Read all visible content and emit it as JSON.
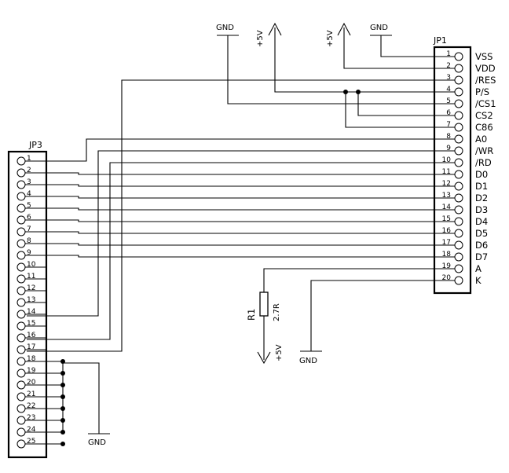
{
  "jp3": {
    "name": "JP3",
    "pins": [
      "1",
      "2",
      "3",
      "4",
      "5",
      "6",
      "7",
      "8",
      "9",
      "10",
      "11",
      "12",
      "13",
      "14",
      "15",
      "16",
      "17",
      "18",
      "19",
      "20",
      "21",
      "22",
      "23",
      "24",
      "25"
    ]
  },
  "jp1": {
    "name": "JP1",
    "pins": [
      "1",
      "2",
      "3",
      "4",
      "5",
      "6",
      "7",
      "8",
      "9",
      "10",
      "11",
      "12",
      "13",
      "14",
      "15",
      "16",
      "17",
      "18",
      "19",
      "20"
    ],
    "signals": [
      "VSS",
      "VDD",
      "/RES",
      "P/S",
      "/CS1",
      "CS2",
      "C86",
      "A0",
      "/WR",
      "/RD",
      "D0",
      "D1",
      "D2",
      "D3",
      "D4",
      "D5",
      "D6",
      "D7",
      "A",
      "K"
    ]
  },
  "power": {
    "gnd": "GND",
    "plus5v": "+5V"
  },
  "resistor": {
    "ref": "R1",
    "value": "2.7R"
  }
}
